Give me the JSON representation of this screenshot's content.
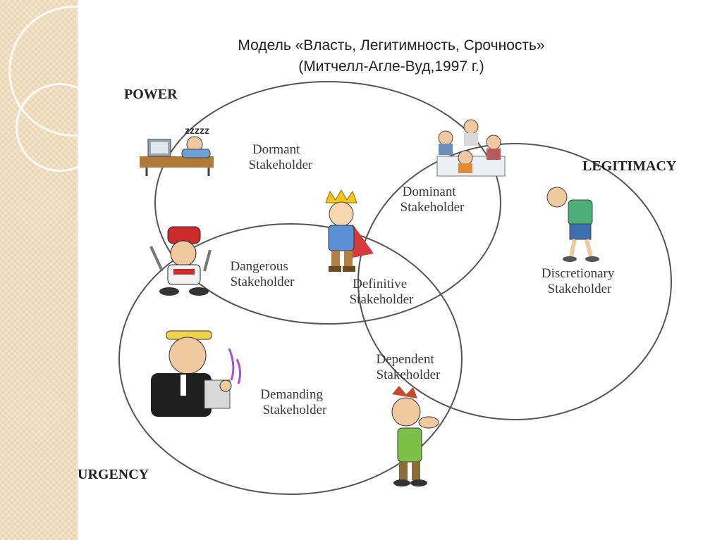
{
  "title": {
    "line1": "Модель «Власть, Легитимность, Срочность»",
    "line2": "(Митчелл-Агле-Вуд,1997 г.)"
  },
  "sets": {
    "power": "POWER",
    "legitimacy": "LEGITIMACY",
    "urgency": "URGENCY"
  },
  "stakeholders": {
    "dormant": [
      "Dormant",
      "Stakeholder"
    ],
    "dominant": [
      "Dominant",
      "Stakeholder"
    ],
    "discretionary": [
      "Discretionary",
      "Stakeholder"
    ],
    "dangerous": [
      "Dangerous",
      "Stakeholder"
    ],
    "definitive": [
      "Definitive",
      "Stakeholder"
    ],
    "dependent": [
      "Dependent",
      "Stakeholder"
    ],
    "demanding": [
      "Demanding",
      "Stakeholder"
    ]
  },
  "colors": {
    "circle": "#555555",
    "strip": "#f3e4c8"
  }
}
